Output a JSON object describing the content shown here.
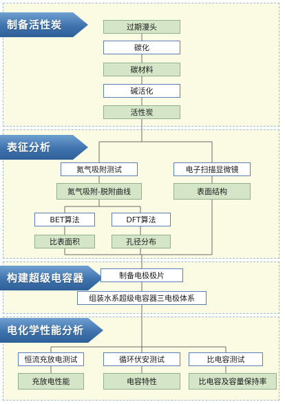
{
  "stages": [
    {
      "title": "制备活性炭"
    },
    {
      "title": "表征分析"
    },
    {
      "title": "构建超级电容器"
    },
    {
      "title": "电化学性能分析"
    }
  ],
  "prep": {
    "step1": "过期漫头",
    "step2": "碳化",
    "step3": "碳材料",
    "step4": "碱活化",
    "step5": "活性炭"
  },
  "char": {
    "n2_test": "氮气吸附测试",
    "n2_curve": "氮气吸附-脱附曲线",
    "sem": "电子扫描显微镜",
    "surface": "表面结构",
    "bet": "BET算法",
    "dft": "DFT算法",
    "specific_area": "比表面积",
    "pore": "孔径分布"
  },
  "build": {
    "electrode": "制备电极极片",
    "system": "组装水系超级电容器三电极体系"
  },
  "electro": {
    "gcd_test": "恒流充放电测试",
    "cv_test": "循环伏安测试",
    "cap_test": "比电容测试",
    "gcd_result": "充放电性能",
    "cv_result": "电容特性",
    "cap_result": "比电容及容量保持率"
  }
}
